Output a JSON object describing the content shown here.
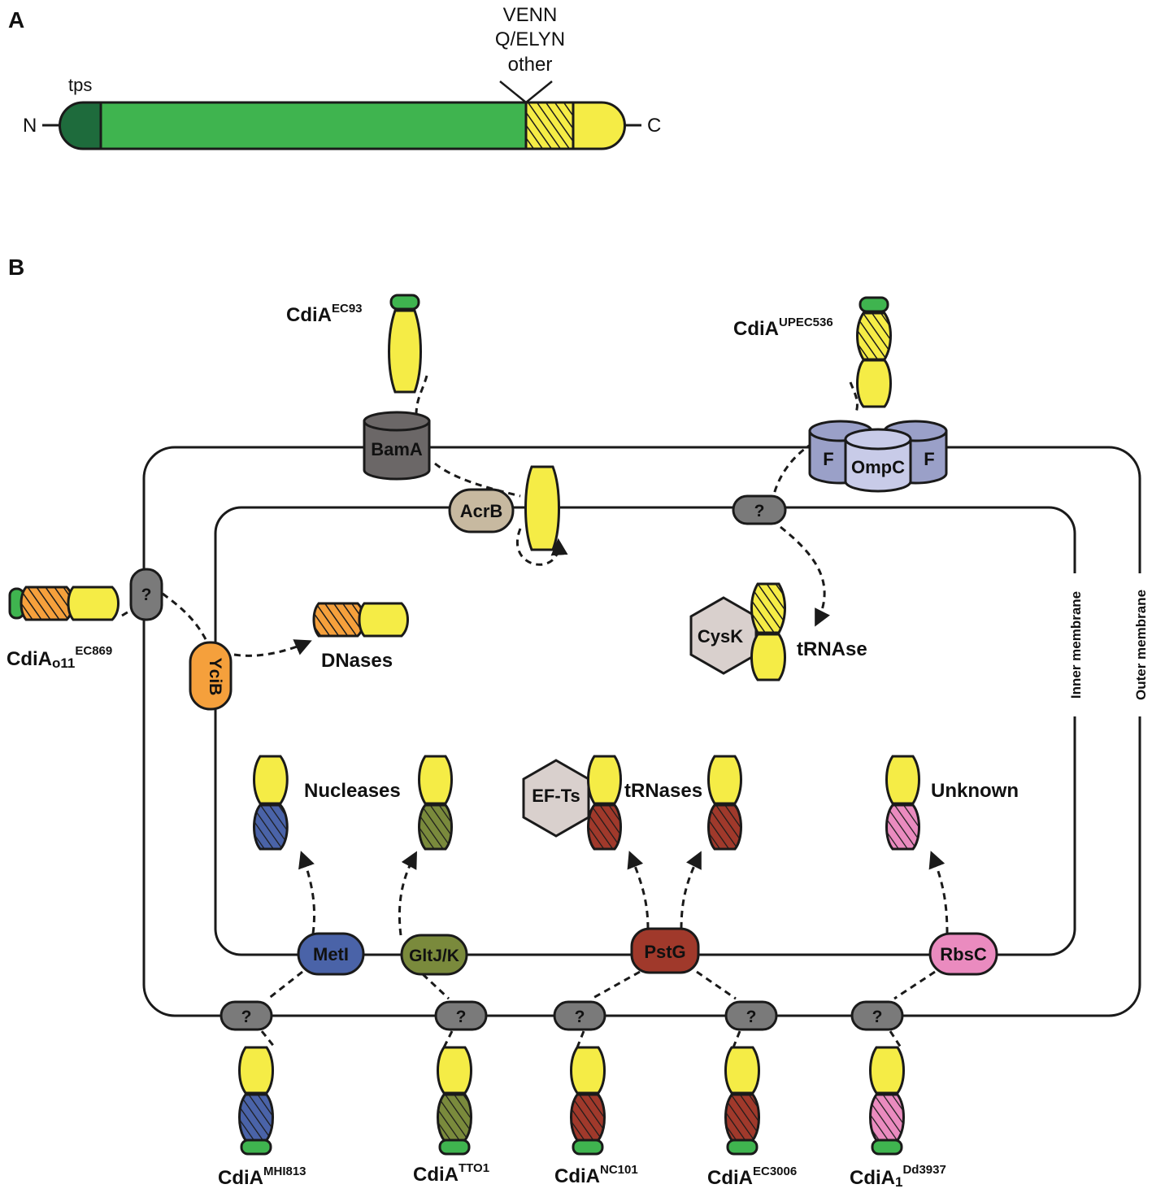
{
  "panelA": {
    "letter": "A",
    "tps": "tps",
    "nterm": "N",
    "cterm": "C",
    "vars": [
      "VENN",
      "Q/ELYN",
      "other"
    ]
  },
  "panelB": {
    "letter": "B",
    "membranes": {
      "inner": "Inner membrane",
      "outer": "Outer membrane"
    },
    "omps": {
      "bama": "BamA",
      "ompc": "OmpC",
      "ompf": "F",
      "unknown": "?"
    },
    "imps": {
      "acrb": "AcrB",
      "ycib": "YciB",
      "meti": "MetI",
      "gltjk": "GltJ/K",
      "pstg": "PstG",
      "rbsc": "RbsC"
    },
    "factors": {
      "cysk": "CysK",
      "efts": "EF-Ts"
    },
    "activities": {
      "dnases": "DNases",
      "trnase": "tRNAse",
      "nucleases": "Nucleases",
      "trnases": "tRNases",
      "unknown": "Unknown"
    },
    "cdi": {
      "ec93": {
        "base": "CdiA",
        "sub": "",
        "sup": "EC93"
      },
      "upec536": {
        "base": "CdiA",
        "sub": "",
        "sup": "UPEC536"
      },
      "ec869": {
        "base": "CdiA",
        "sub": "o11",
        "sup": "EC869"
      },
      "mhi813": {
        "base": "CdiA",
        "sub": "",
        "sup": "MHI813"
      },
      "tto1": {
        "base": "CdiA",
        "sub": "",
        "sup": "TTO1"
      },
      "nc101": {
        "base": "CdiA",
        "sub": "",
        "sup": "NC101"
      },
      "ec3006": {
        "base": "CdiA",
        "sub": "",
        "sup": "EC3006"
      },
      "dd3937": {
        "base": "CdiA",
        "sub": "1",
        "sup": "Dd3937"
      }
    }
  },
  "colors": {
    "yellow": "#f5ec46",
    "green": "#3fb44f",
    "darkgreen": "#1e6b3c",
    "orange": "#f5a03c",
    "blue": "#4a63a8",
    "olive": "#7a8a3c",
    "brick": "#a0392b",
    "pink": "#ea8bbf",
    "gray": "#7a7a7a",
    "bama": "#6b6767",
    "ompc": "#c8cbe8",
    "ompf": "#9aa0c8",
    "acrb": "#c7b9a0",
    "hexagon": "#d9d0cd"
  }
}
